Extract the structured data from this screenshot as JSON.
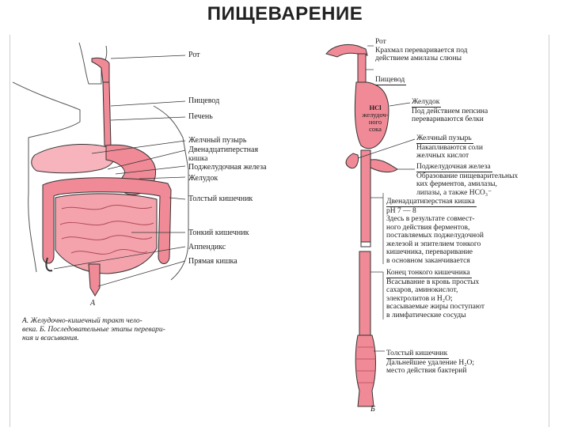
{
  "title": "ПИЩЕВАРЕНИЕ",
  "colors": {
    "organ": "#f08a96",
    "organ_dark": "#d9606f",
    "line": "#333333"
  },
  "panel_a": {
    "labels": {
      "mouth": "Рот",
      "esophagus": "Пищевод",
      "liver": "Печень",
      "gallbladder": "Желчный пузырь",
      "duodenum_1": "Двенадцатиперстная",
      "duodenum_2": "кишка",
      "pancreas": "Поджелудочная железа",
      "stomach": "Желудок",
      "colon": "Толстый кишечник",
      "small_intestine": "Тонкий кишечник",
      "appendix": "Аппендикс",
      "rectum": "Прямая кишка"
    },
    "figure_letter": "А",
    "caption_1": "А. Желудочно-кишечный тракт чело-",
    "caption_2": "века. Б. Последовательные этапы перевари-",
    "caption_3": "ния и всасывания."
  },
  "panel_b": {
    "hcl_1": "HCl",
    "hcl_2": "желудоч-",
    "hcl_3": "ного",
    "hcl_4": "сока",
    "mouth_title": "Рот",
    "mouth_1": "Крахмал переваривается под",
    "mouth_2": "действием амилазы слюны",
    "esophagus_title": "Пищевод",
    "stomach_title": "Желудок",
    "stomach_1": "Под действием пепсина",
    "stomach_2": "перевариваются белки",
    "gall_title": "Желчный пузырь",
    "gall_1": "Накапливаются соли",
    "gall_2": "желчных кислот",
    "pancreas_title": "Поджелудочная железа",
    "pancreas_1": "Образование пищеварительных",
    "pancreas_2": "ких ферментов, амилазы,",
    "pancreas_3": "липазы, а также HCO₃⁻",
    "duo_title": "Двенадцатиперстная кишка",
    "duo_ph": "pH 7 — 8",
    "duo_1": "Здесь в результате совмест-",
    "duo_2": "ного действия ферментов,",
    "duo_3": "поставляемых поджелудочной",
    "duo_4": "железой и эпителием тонкого",
    "duo_5": "кишечника, переваривание",
    "duo_6": "в основном заканчивается",
    "si_title": "Конец тонкого кишечника",
    "si_1": "Всасывание в кровь простых",
    "si_2": "сахаров, аминокислот,",
    "si_3": "электролитов и H₂O;",
    "si_4": "всасываемые жиры поступают",
    "si_5": "в лимфатические сосуды",
    "colon_title": "Толстый кишечник",
    "colon_1": "Дальнейшее удаление H₂O;",
    "colon_2": "место действия бактерий",
    "figure_letter": "Б"
  }
}
